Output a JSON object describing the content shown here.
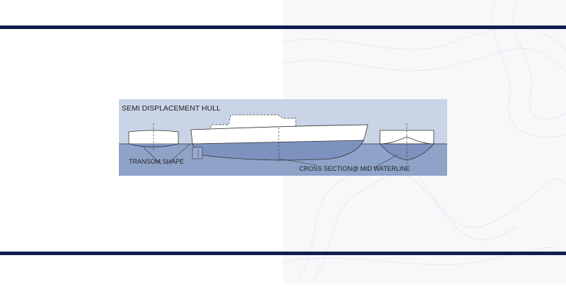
{
  "diagram": {
    "title": "SEMI DISPLACEMENT HULL",
    "labels": {
      "transom": "TRANSOM SHAPE",
      "cross_section": "CROSS SECTION@ MID WATERLINE"
    }
  },
  "colors": {
    "bar": "#0f1f4b",
    "sky": "#c9d4e6",
    "water": "#8fa3c9",
    "hull_underwater": "#7d92bf"
  }
}
